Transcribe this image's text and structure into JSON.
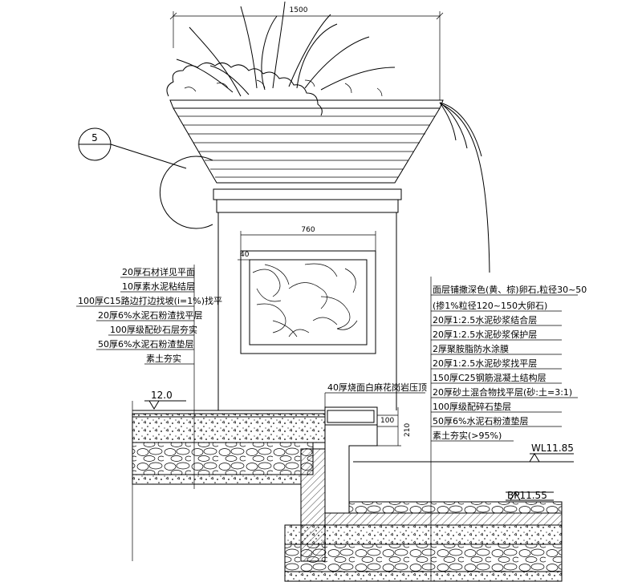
{
  "dimensions": {
    "bowl_width": "1500",
    "panel_width": "760",
    "panel_border": "40",
    "coping_thickness": "100",
    "coping_height": "210"
  },
  "detail_tag": "5",
  "levels": {
    "ground": "12.0",
    "water": "WL11.85",
    "pool_bottom": "BP11.55"
  },
  "coping_label": "40厚烧面白麻花岗岩压顶",
  "left_layers": [
    "20厚石材详见平面",
    "10厚素水泥粘结层",
    "100厚C15路边打边找坡(i=1%)找平",
    "20厚6%水泥石粉渣找平层",
    "100厚级配砂石层夯实",
    "50厚6%水泥石粉渣垫层",
    "素土夯实"
  ],
  "right_layers": [
    "面层铺撒深色(黄、棕)卵石,粒径30~50",
    "(掺1%粒径120~150大卵石)",
    "20厚1:2.5水泥砂浆结合层",
    "20厚1:2.5水泥砂浆保护层",
    "2厚聚胺脂防水涂膜",
    "20厚1:2.5水泥砂浆找平层",
    "150厚C25钢筋混凝土结构层",
    "20厚砂土混合物找平层(砂:土=3:1)",
    "100厚级配碎石垫层",
    "50厚6%水泥石粉渣垫层",
    "素土夯实(>95%)"
  ]
}
